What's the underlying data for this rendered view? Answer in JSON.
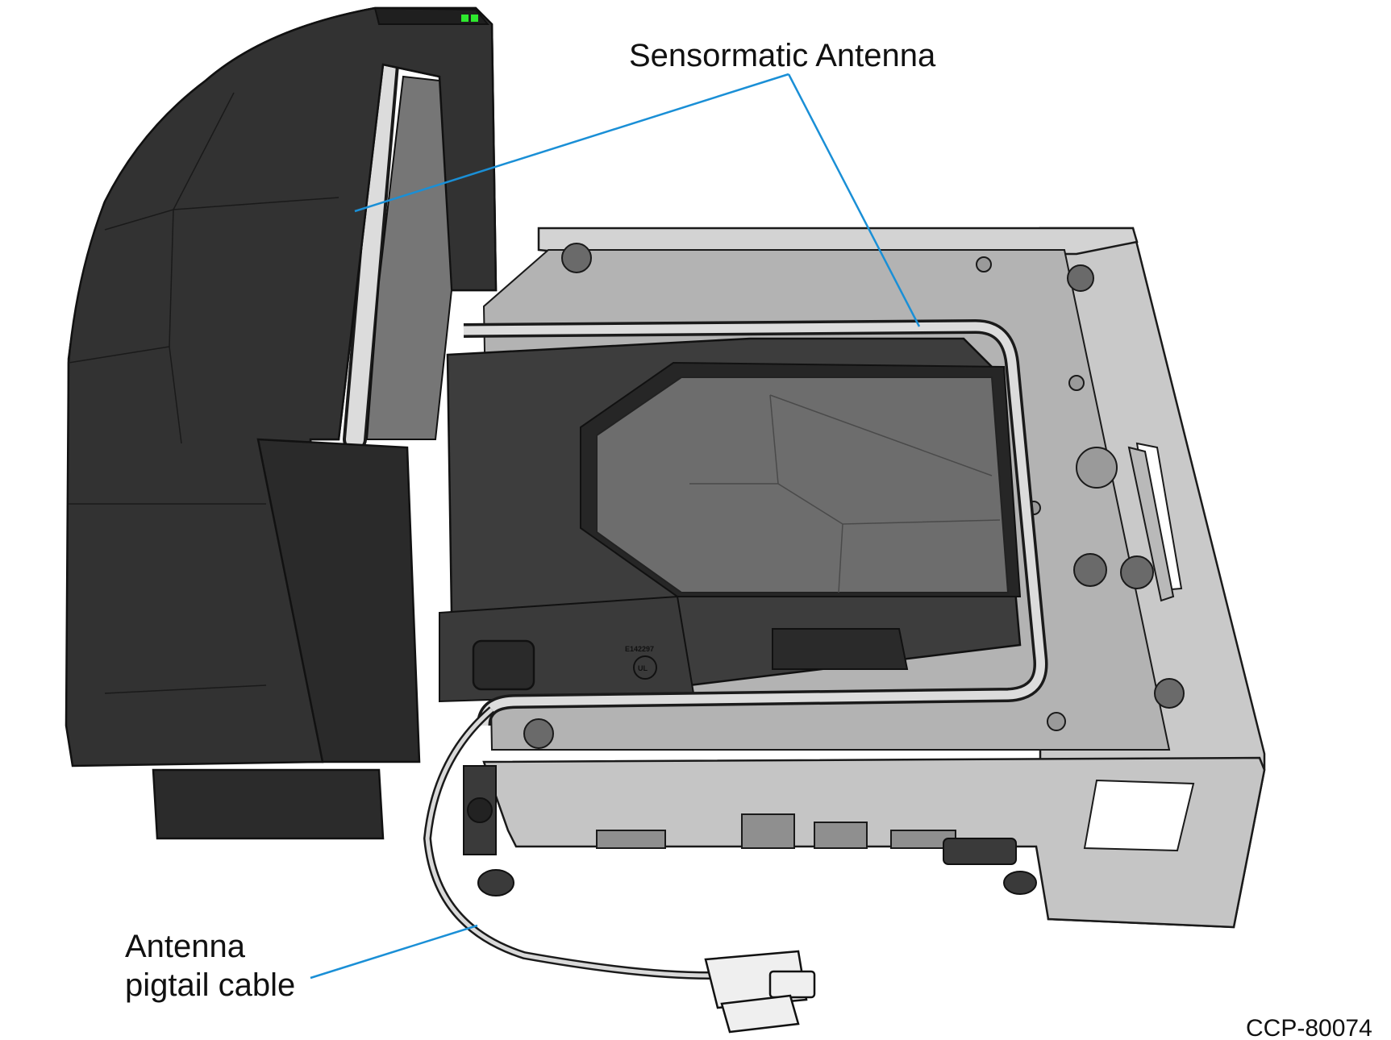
{
  "figure": {
    "callouts": {
      "antenna_label": "Sensormatic Antenna",
      "cable_label_line1": "Antenna",
      "cable_label_line2": "pigtail cable"
    },
    "figure_code": "CCP-80074"
  },
  "colors": {
    "leader_line": "#1a8fd6",
    "scanner_dark": "#2e2e2e",
    "tray_light": "#c7c7c7",
    "status_led": "#2ee82e"
  }
}
